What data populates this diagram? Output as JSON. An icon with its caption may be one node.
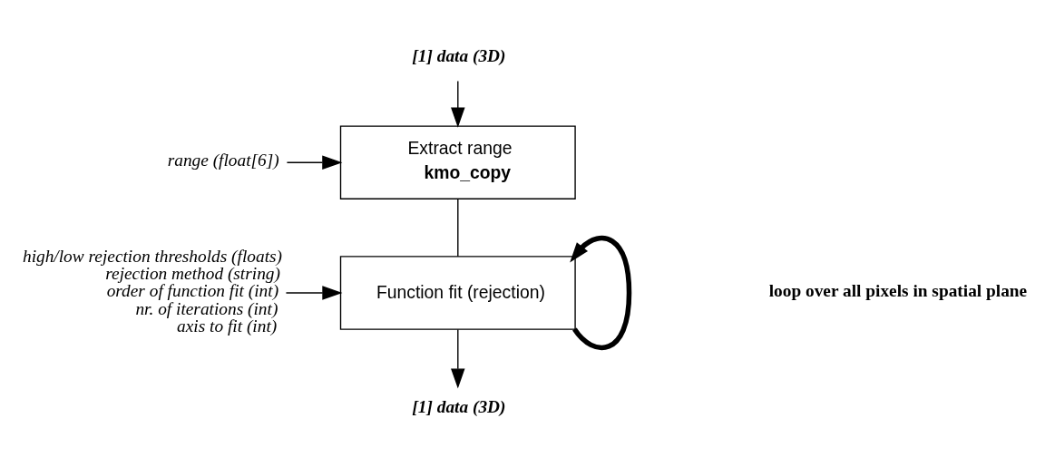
{
  "diagram": {
    "nodes": [
      {
        "text": [
          "[1] data (3D)"
        ]
      },
      {
        "text": [
          "Extract range",
          "kmo_copy"
        ]
      },
      {
        "text": [
          "range (float[6])"
        ]
      },
      {
        "text": [
          "Function fit (rejection)"
        ]
      },
      {
        "text": [
          "high/low rejection thresholds (floats)",
          "rejection method (string)",
          "order of function fit (int)",
          "nr. of iterations (int)",
          "axis to fit (int)"
        ]
      },
      {
        "text": [
          "[1] data (3D)"
        ]
      }
    ],
    "edges": [
      {
        "from": 0,
        "to": 1,
        "arrow": "to"
      },
      {
        "from": 2,
        "to": 1,
        "arrow": "to"
      },
      {
        "from": 1,
        "to": 3,
        "arrow": "none"
      },
      {
        "from": 4,
        "to": 3,
        "arrow": "to"
      },
      {
        "from": 3,
        "to": 5,
        "arrow": "to"
      },
      {
        "from": 3,
        "to": 3,
        "arrow": "to",
        "style": "thick"
      }
    ],
    "labels": [
      "loop over all pixels in spatial plane"
    ]
  }
}
